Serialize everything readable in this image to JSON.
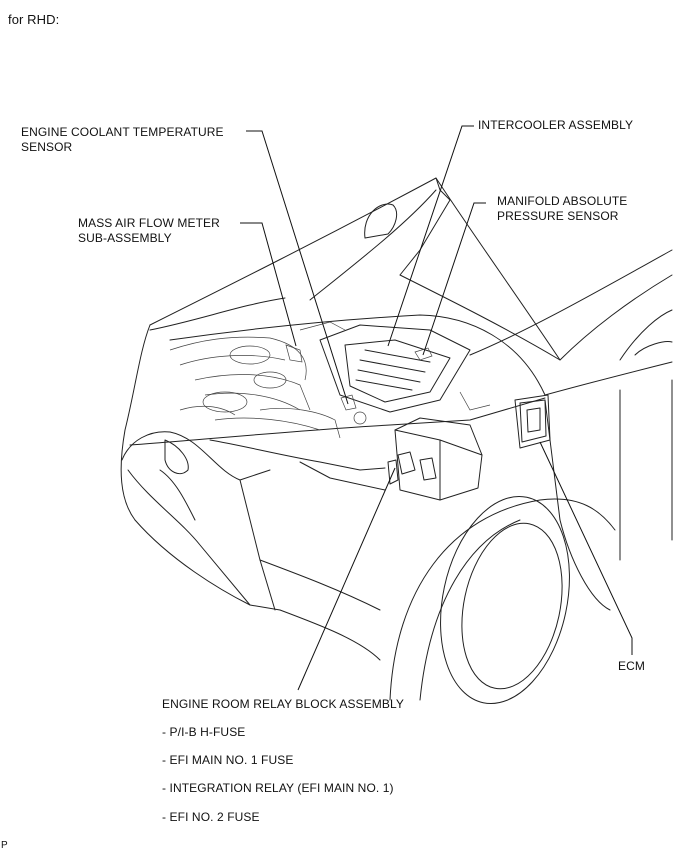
{
  "header": {
    "title": "for RHD:"
  },
  "labels": {
    "ect_line1": "ENGINE COOLANT TEMPERATURE",
    "ect_line2": "SENSOR",
    "intercooler": "INTERCOOLER ASSEMBLY",
    "map_line1": "MANIFOLD ABSOLUTE",
    "map_line2": "PRESSURE SENSOR",
    "maf_line1": "MASS AIR FLOW METER",
    "maf_line2": "SUB-ASSEMBLY",
    "ecm": "ECM",
    "relay_block": "ENGINE ROOM RELAY BLOCK ASSEMBLY"
  },
  "relay_items": [
    "- P/I-B H-FUSE",
    "- EFI MAIN NO. 1 FUSE",
    "- INTEGRATION RELAY (EFI MAIN NO. 1)",
    "- EFI NO. 2 FUSE"
  ],
  "footer": {
    "code": "P"
  }
}
